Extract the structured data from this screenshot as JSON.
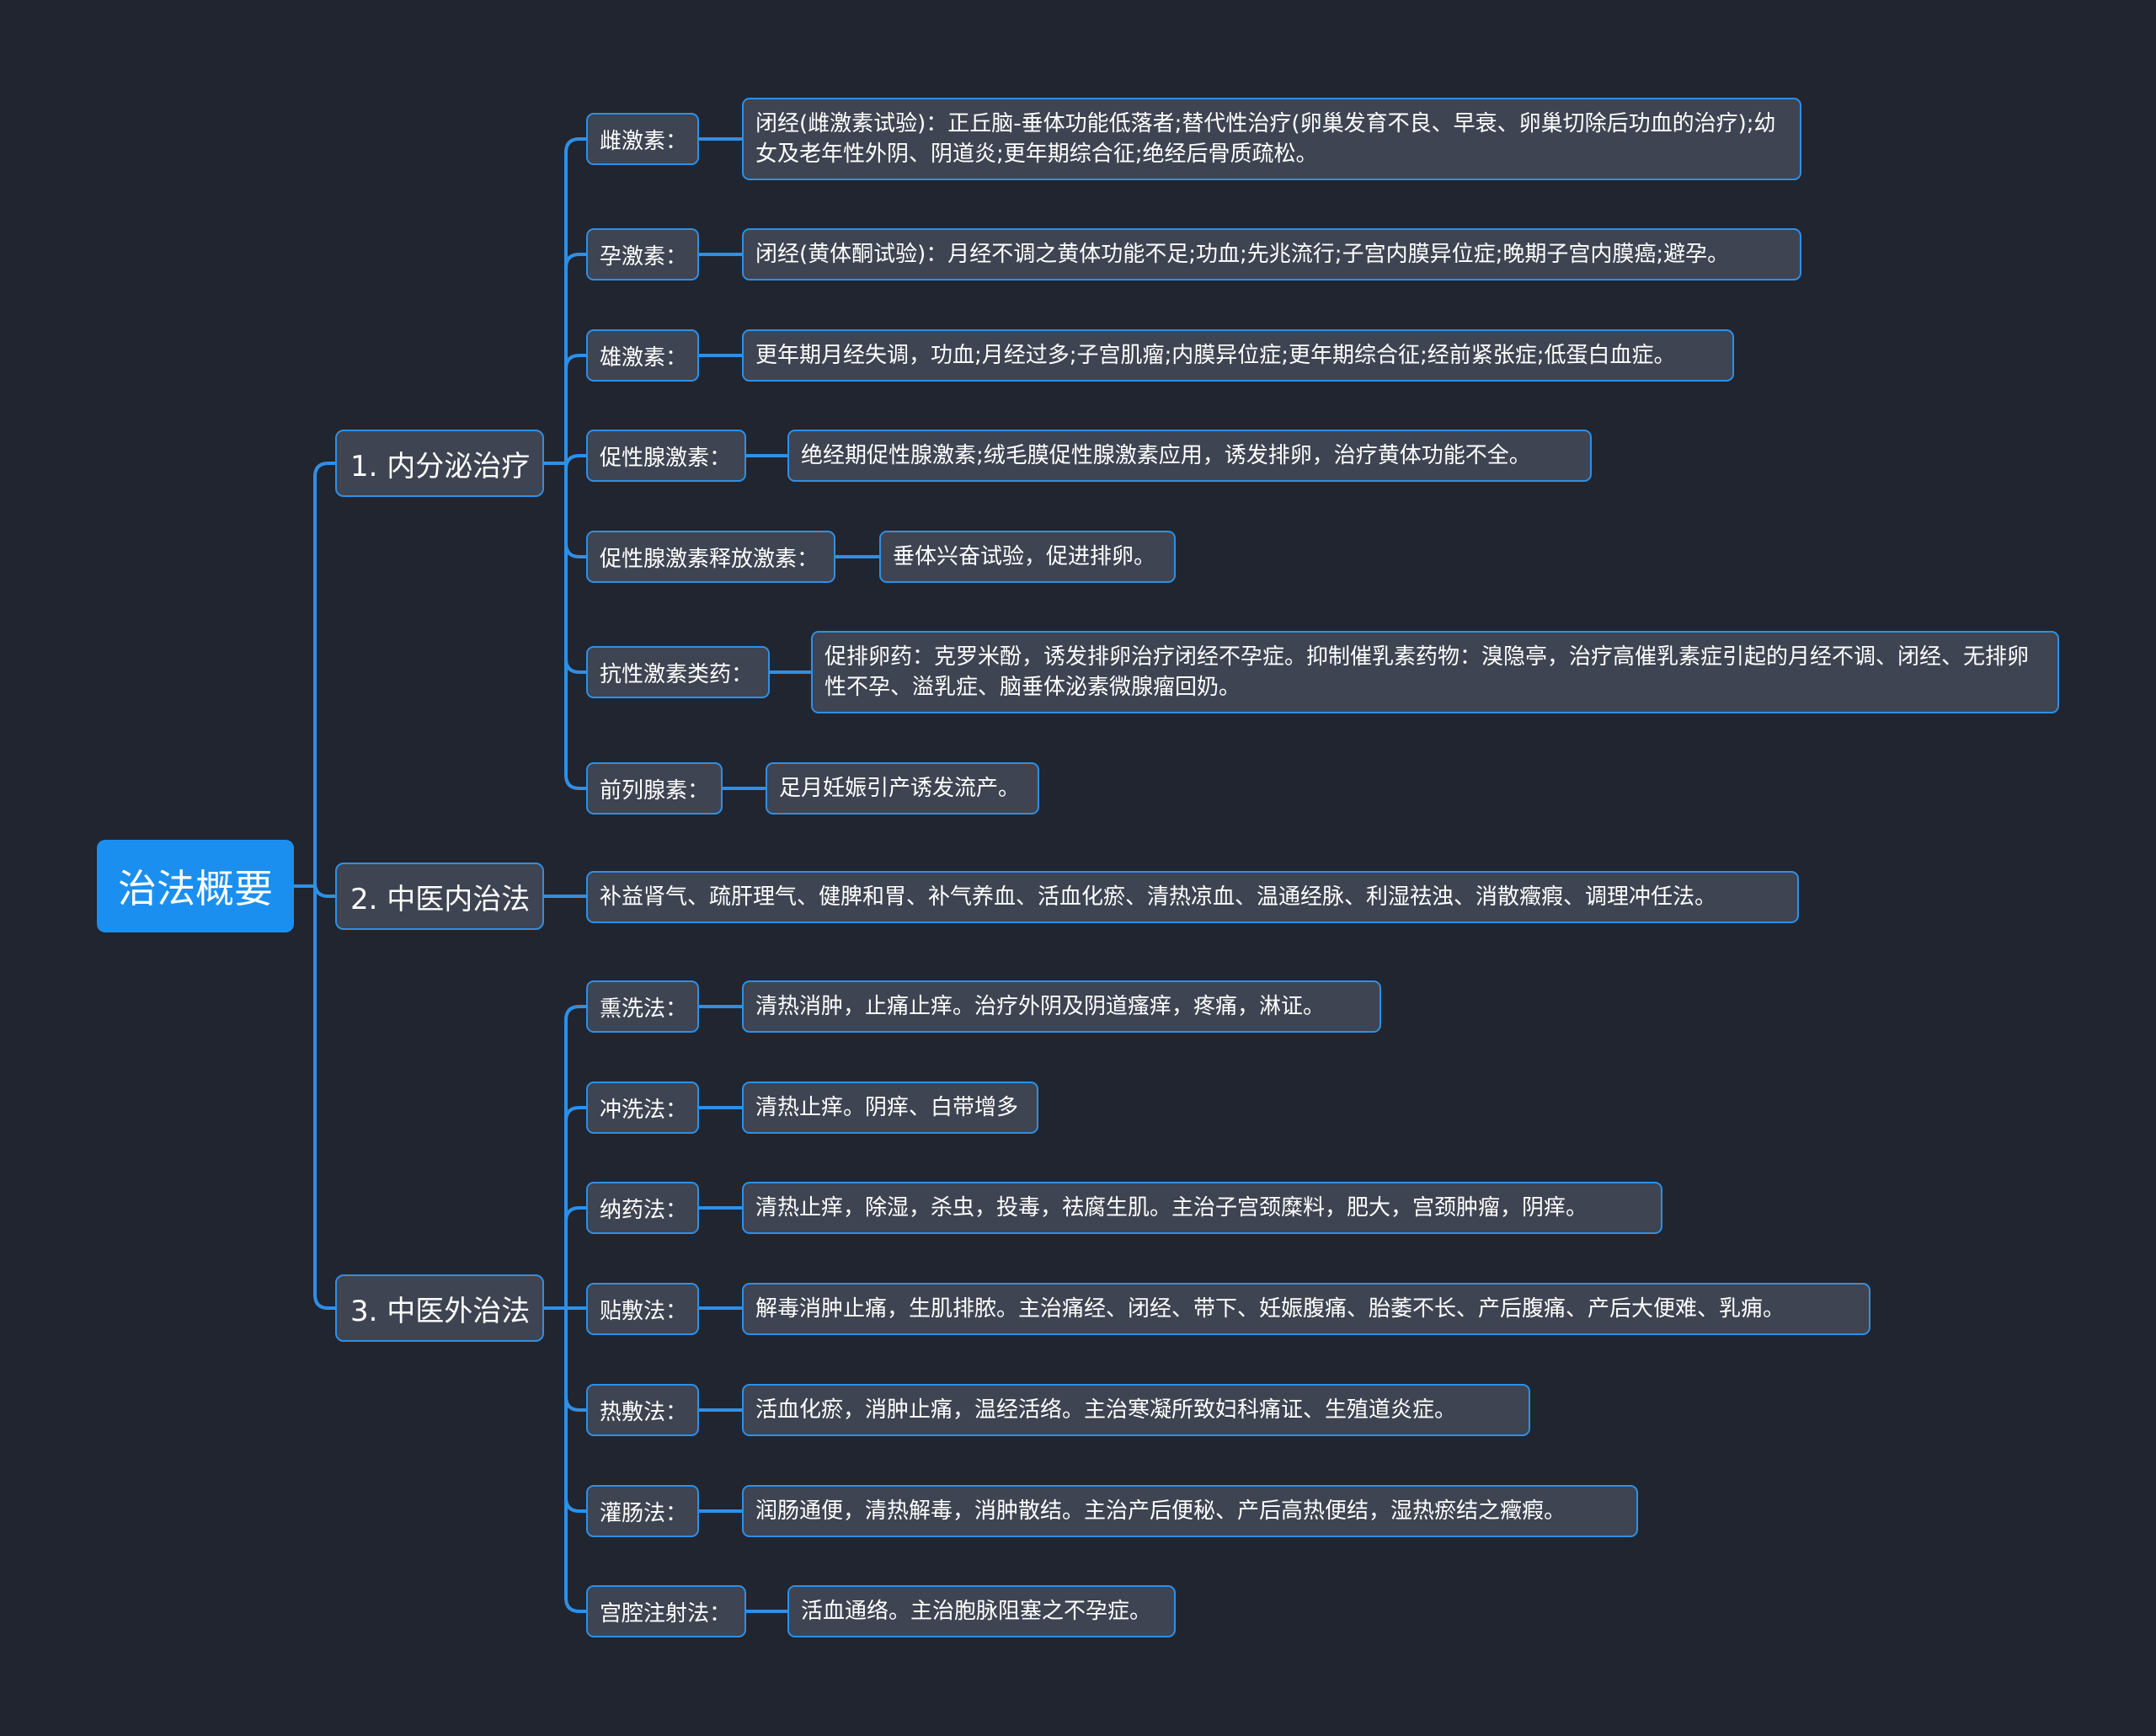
{
  "root": {
    "label": "治法概要"
  },
  "branches": [
    {
      "label": "1. 内分泌治疗",
      "children": [
        {
          "label": "雌激素：",
          "content": "闭经(雌激素试验)：正丘脑-垂体功能低落者;替代性治疗(卵巢发育不良、早衰、卵巢切除后功血的治疗);幼女及老年性外阴、阴道炎;更年期综合征;绝经后骨质疏松。"
        },
        {
          "label": "孕激素：",
          "content": "闭经(黄体酮试验)：月经不调之黄体功能不足;功血;先兆流行;子宫内膜异位症;晚期子宫内膜癌;避孕。"
        },
        {
          "label": "雄激素：",
          "content": "更年期月经失调，功血;月经过多;子宫肌瘤;内膜异位症;更年期综合征;经前紧张症;低蛋白血症。"
        },
        {
          "label": "促性腺激素：",
          "content": "绝经期促性腺激素;绒毛膜促性腺激素应用，诱发排卵，治疗黄体功能不全。"
        },
        {
          "label": "促性腺激素释放激素：",
          "content": "垂体兴奋试验，促进排卵。"
        },
        {
          "label": "抗性激素类药：",
          "content": "促排卵药：克罗米酚，诱发排卵治疗闭经不孕症。抑制催乳素药物：溴隐亭，治疗高催乳素症引起的月经不调、闭经、无排卵性不孕、溢乳症、脑垂体泌素微腺瘤回奶。"
        },
        {
          "label": "前列腺素：",
          "content": "足月妊娠引产诱发流产。"
        }
      ]
    },
    {
      "label": "2. 中医内治法",
      "content": "补益肾气、疏肝理气、健脾和胃、补气养血、活血化瘀、清热凉血、温通经脉、利湿祛浊、消散癥瘕、调理冲任法。"
    },
    {
      "label": "3. 中医外治法",
      "children": [
        {
          "label": "熏洗法：",
          "content": "清热消肿，止痛止痒。治疗外阴及阴道瘙痒，疼痛，淋证。"
        },
        {
          "label": "冲洗法：",
          "content": "清热止痒。阴痒、白带增多"
        },
        {
          "label": "纳药法：",
          "content": "清热止痒，除湿，杀虫，投毒，祛腐生肌。主治子宫颈糜料，肥大，宫颈肿瘤，阴痒。"
        },
        {
          "label": "贴敷法：",
          "content": "解毒消肿止痛，生肌排脓。主治痛经、闭经、带下、妊娠腹痛、胎萎不长、产后腹痛、产后大便难、乳痈。"
        },
        {
          "label": "热敷法：",
          "content": "活血化瘀，消肿止痛，温经活络。主治寒凝所致妇科痛证、生殖道炎症。"
        },
        {
          "label": "灌肠法：",
          "content": "润肠通便，清热解毒，消肿散结。主治产后便秘、产后高热便结，湿热瘀结之癥瘕。"
        },
        {
          "label": "宫腔注射法：",
          "content": "活血通络。主治胞脉阻塞之不孕症。"
        }
      ]
    }
  ],
  "colors": {
    "background": "#21252f",
    "root": "#1b8fef",
    "node": "#3e4451",
    "line": "#2f8fe6"
  }
}
